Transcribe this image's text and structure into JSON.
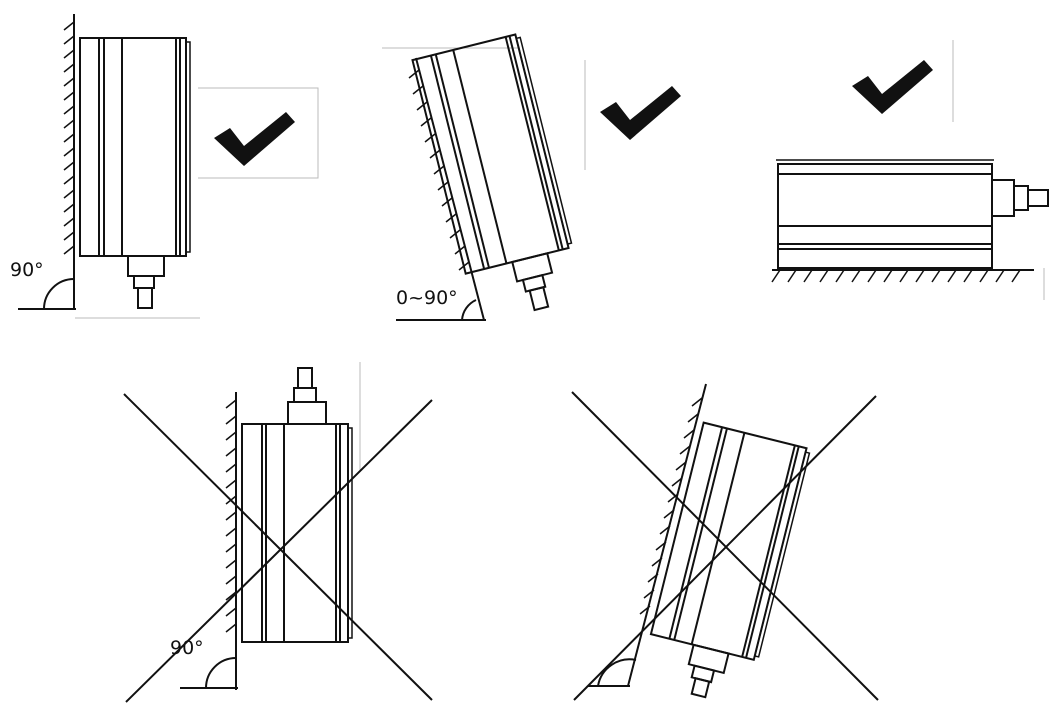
{
  "title": "",
  "panels": [
    {
      "id": "vertical-ok",
      "status": "correct",
      "angle_label": "90°"
    },
    {
      "id": "tilted-back-ok",
      "status": "correct",
      "angle_label": "0~90°"
    },
    {
      "id": "horizontal-ok",
      "status": "correct",
      "angle_label": ""
    },
    {
      "id": "upside-down-wrong",
      "status": "incorrect",
      "angle_label": "90°"
    },
    {
      "id": "tilted-forward-wrong",
      "status": "incorrect",
      "angle_label": ""
    }
  ],
  "icons": {
    "correct": "check-icon",
    "incorrect": "cross-icon"
  },
  "colors": {
    "line": "#111111",
    "background": "#ffffff"
  }
}
